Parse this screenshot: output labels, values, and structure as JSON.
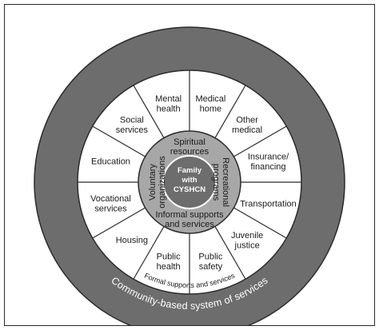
{
  "center": {
    "line1": "Family",
    "line2": "with",
    "line3": "CYSHCN"
  },
  "informal": {
    "spiritual": [
      "Spiritual",
      "resources"
    ],
    "voluntary": [
      "Voluntary",
      "organizations"
    ],
    "recreational": [
      "Recreational",
      "programs"
    ],
    "supports": [
      "Informal supports",
      "and services"
    ]
  },
  "segments": [
    {
      "key": "medical-home",
      "lines": [
        "Medical",
        "home"
      ]
    },
    {
      "key": "other-medical",
      "lines": [
        "Other",
        "medical"
      ]
    },
    {
      "key": "insurance",
      "lines": [
        "Insurance/",
        "financing"
      ]
    },
    {
      "key": "transportation",
      "lines": [
        "Transportation"
      ]
    },
    {
      "key": "juvenile-justice",
      "lines": [
        "Juvenile",
        "justice"
      ]
    },
    {
      "key": "public-safety",
      "lines": [
        "Public",
        "safety"
      ]
    },
    {
      "key": "public-health",
      "lines": [
        "Public",
        "health"
      ]
    },
    {
      "key": "housing",
      "lines": [
        "Housing"
      ]
    },
    {
      "key": "vocational",
      "lines": [
        "Vocational",
        "services"
      ]
    },
    {
      "key": "education",
      "lines": [
        "Education"
      ]
    },
    {
      "key": "social-services",
      "lines": [
        "Social",
        "services"
      ]
    },
    {
      "key": "mental-health",
      "lines": [
        "Mental",
        "health"
      ]
    }
  ],
  "formal_label": "Formal supports and services",
  "outer_label": "Community-based system of services",
  "colors": {
    "outer_ring": "#6d6d6d",
    "inner_ring": "#a7a7a7",
    "center": "#6d6d6d",
    "lines": "#2b2b2b"
  }
}
